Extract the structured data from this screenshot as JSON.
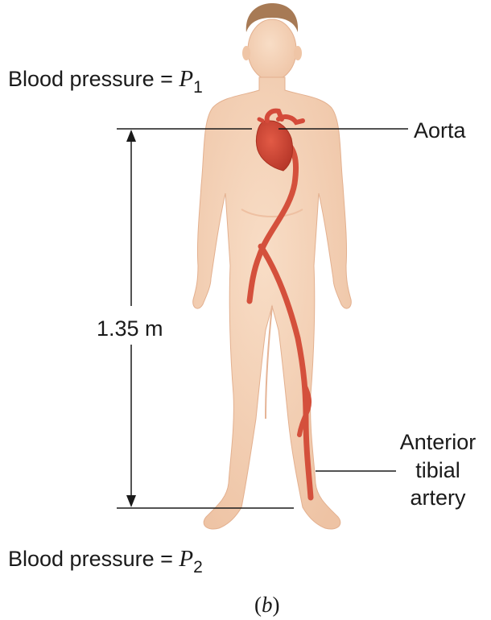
{
  "labels": {
    "p1_prefix": "Blood pressure = ",
    "p1_var": "P",
    "p1_sub": "1",
    "p2_prefix": "Blood pressure = ",
    "p2_var": "P",
    "p2_sub": "2",
    "aorta": "Aorta",
    "distance": "1.35 m",
    "anterior_line1": "Anterior",
    "anterior_line2": "tibial",
    "anterior_line3": "artery",
    "caption_open": "(",
    "caption_letter": "b",
    "caption_close": ")"
  },
  "colors": {
    "skin": "#f4d2b8",
    "skin_shade": "#e8b79a",
    "hair": "#a77a55",
    "artery": "#d4503c",
    "artery_dark": "#b83a2a",
    "heart": "#d44a3a",
    "line": "#1a1a1a"
  }
}
